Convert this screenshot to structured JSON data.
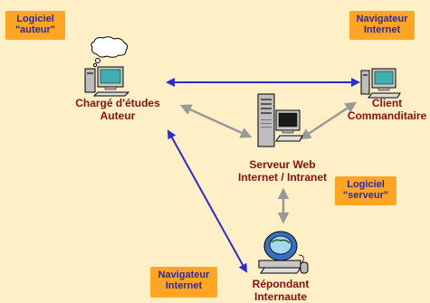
{
  "badges": {
    "author_software": [
      "Logiciel",
      "\"auteur\""
    ],
    "browser_top": [
      "Navigateur",
      "Internet"
    ],
    "server_software": [
      "Logiciel",
      "\"serveur\""
    ],
    "browser_bottom": [
      "Navigateur",
      "Internet"
    ]
  },
  "nodes": {
    "author": [
      "Chargé d'études",
      "Auteur"
    ],
    "client": [
      "Client",
      "Commanditaire"
    ],
    "server": [
      "Serveur Web",
      "Internet / Intranet"
    ],
    "respondent": [
      "Répondant",
      "Internaute"
    ]
  },
  "colors": {
    "background": "#ffefc6",
    "badge": "#ffa521",
    "badge_text": "#2a2aa8",
    "node_text": "#8b1010",
    "blue_arrow": "#2b2bd0",
    "gray_arrow": "#999999"
  }
}
